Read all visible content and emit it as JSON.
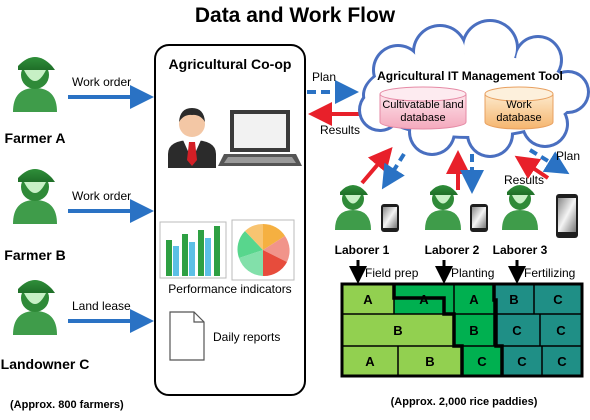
{
  "title": "Data and Work Flow",
  "farmers": [
    {
      "name": "Farmer A",
      "action": "Work order"
    },
    {
      "name": "Farmer B",
      "action": "Work order"
    },
    {
      "name": "Landowner C",
      "action": "Land lease"
    }
  ],
  "farmers_note": "(Approx. 800 farmers)",
  "coop": {
    "title": "Agricultural Co-op",
    "performance_label": "Performance indicators",
    "reports_label": "Daily reports"
  },
  "flows": {
    "plan": "Plan",
    "results": "Results",
    "plan_right": "Plan",
    "results_right": "Results"
  },
  "cloud": {
    "title": "Agricultural IT Management Tool",
    "db1_line1": "Cultivatable land",
    "db1_line2": "database",
    "db2_line1": "Work",
    "db2_line2": "database"
  },
  "laborers": [
    "Laborer 1",
    "Laborer 2",
    "Laborer 3"
  ],
  "tasks": [
    "Field prep",
    "Planting",
    "Fertilizing"
  ],
  "paddies": {
    "row1": [
      "A",
      "A",
      "A",
      "B",
      "C"
    ],
    "row2": [
      "B",
      "B",
      "C",
      "C"
    ],
    "row3": [
      "A",
      "B",
      "C",
      "C",
      "C"
    ]
  },
  "paddies_note": "(Approx. 2,000 rice paddies)",
  "colors": {
    "arrow_blue": "#2a72c4",
    "arrow_red": "#e8202a",
    "paddy_a": "#92d050",
    "paddy_b": "#00b050",
    "paddy_c": "#1f8f86",
    "cloud_outline": "#4a6fc0"
  }
}
